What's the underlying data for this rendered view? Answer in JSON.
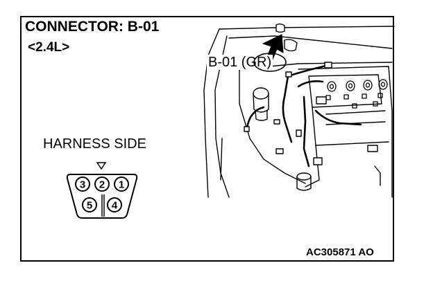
{
  "title": "CONNECTOR: B-01",
  "variant": "<2.4L>",
  "harness_label": "HARNESS SIDE",
  "callout_label": "B-01 (GR)",
  "figure_code": "AC305871 AO",
  "connector_pins": [
    {
      "number": "3"
    },
    {
      "number": "2"
    },
    {
      "number": "1"
    },
    {
      "number": "5"
    },
    {
      "number": "4"
    }
  ]
}
